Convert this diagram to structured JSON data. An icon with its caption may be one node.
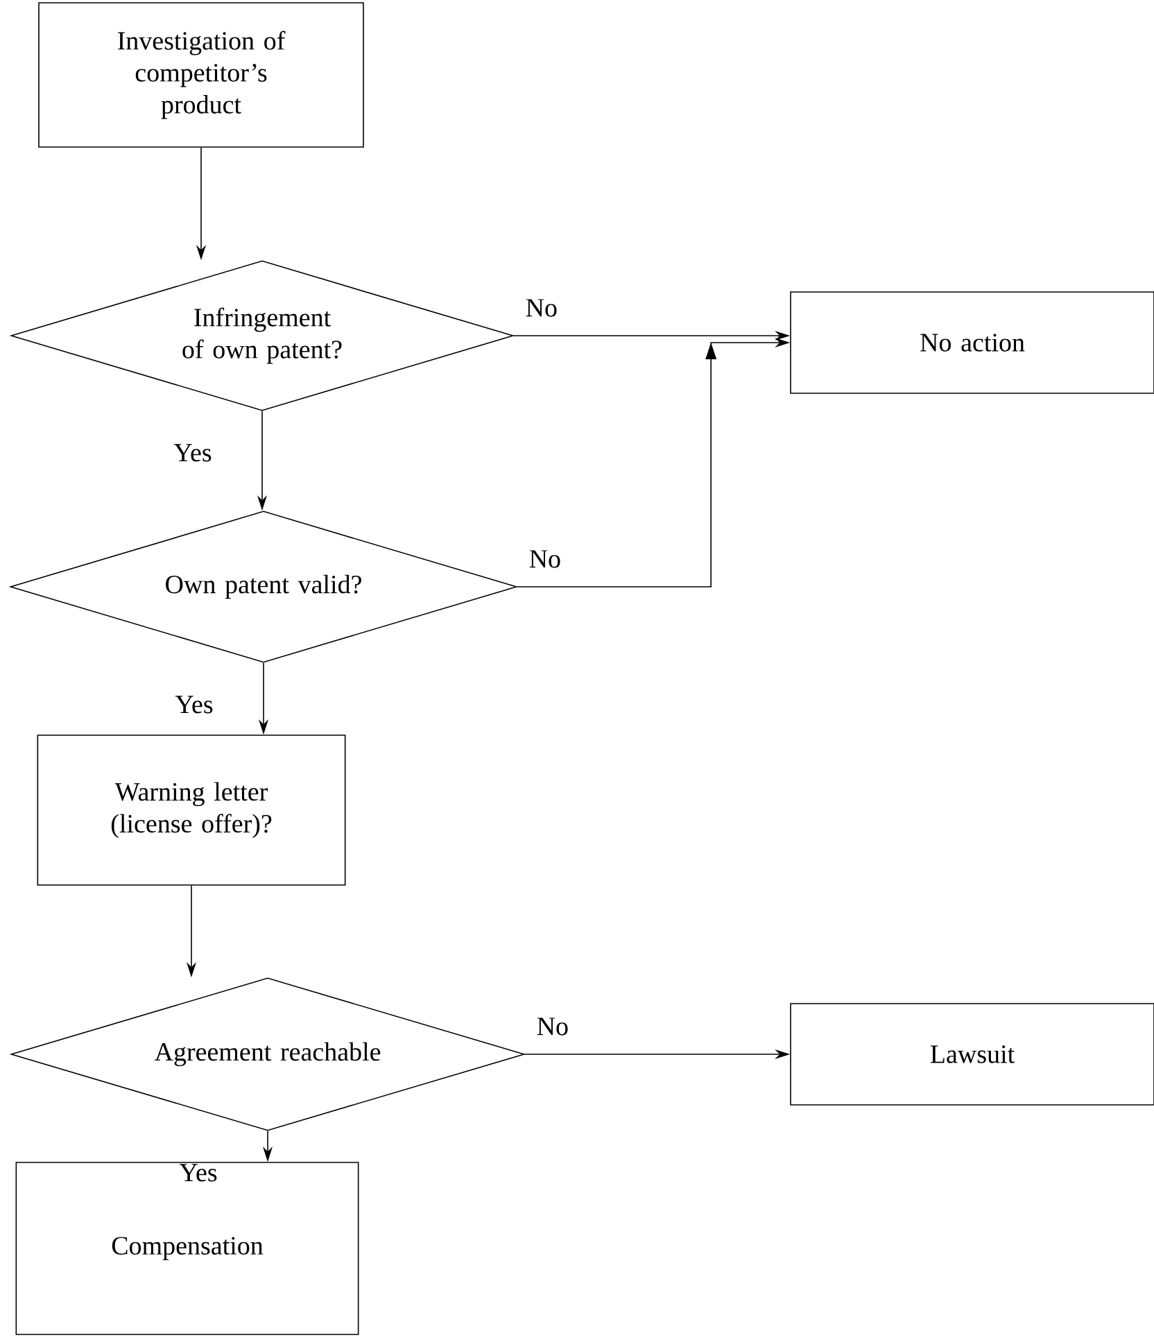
{
  "diagram": {
    "nodes": [
      {
        "text": [
          "Investigation of competitor’s product"
        ]
      },
      {
        "text": [
          "Infringement of own patent?"
        ]
      },
      {
        "text": [
          "No action"
        ]
      },
      {
        "text": [
          "Own patent valid?"
        ]
      },
      {
        "text": [
          "Warning letter (license offer)?"
        ]
      },
      {
        "text": [
          "Agreement reachable"
        ]
      },
      {
        "text": [
          "Lawsuit"
        ]
      },
      {
        "text": [
          "Compensation"
        ]
      }
    ],
    "edges": [
      {
        "from": 0,
        "to": 1,
        "arrow": "to"
      },
      {
        "from": 1,
        "to": 2,
        "arrow": "to",
        "label": "No"
      },
      {
        "from": 1,
        "to": 3,
        "arrow": "to",
        "label": "Yes"
      },
      {
        "from": 3,
        "to": 2,
        "arrow": "to",
        "label": "No"
      },
      {
        "from": 3,
        "to": 4,
        "arrow": "to",
        "label": "Yes"
      },
      {
        "from": 4,
        "to": 5,
        "arrow": "to"
      },
      {
        "from": 5,
        "to": 6,
        "arrow": "to",
        "label": "No"
      },
      {
        "from": 5,
        "to": 7,
        "arrow": "to",
        "label": "Yes"
      }
    ]
  }
}
